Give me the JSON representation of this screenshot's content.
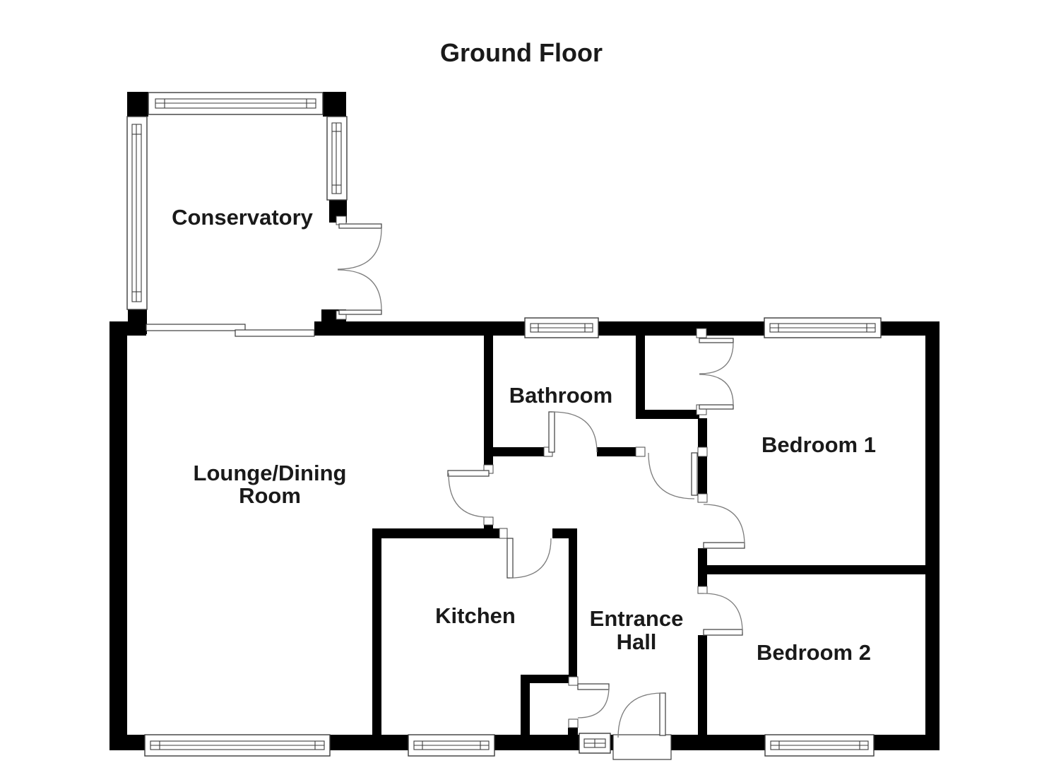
{
  "title": "Ground Floor",
  "rooms": {
    "conservatory": "Conservatory",
    "lounge_line1": "Lounge/Dining",
    "lounge_line2": "Room",
    "bathroom": "Bathroom",
    "bedroom1": "Bedroom 1",
    "kitchen": "Kitchen",
    "entrance_line1": "Entrance",
    "entrance_line2": "Hall",
    "bedroom2": "Bedroom 2"
  },
  "colors": {
    "wall": "#000000",
    "door_arc": "#7d7d7d",
    "window_frame": "#3c3c3c",
    "text": "#1a1a1a",
    "background": "#ffffff"
  }
}
